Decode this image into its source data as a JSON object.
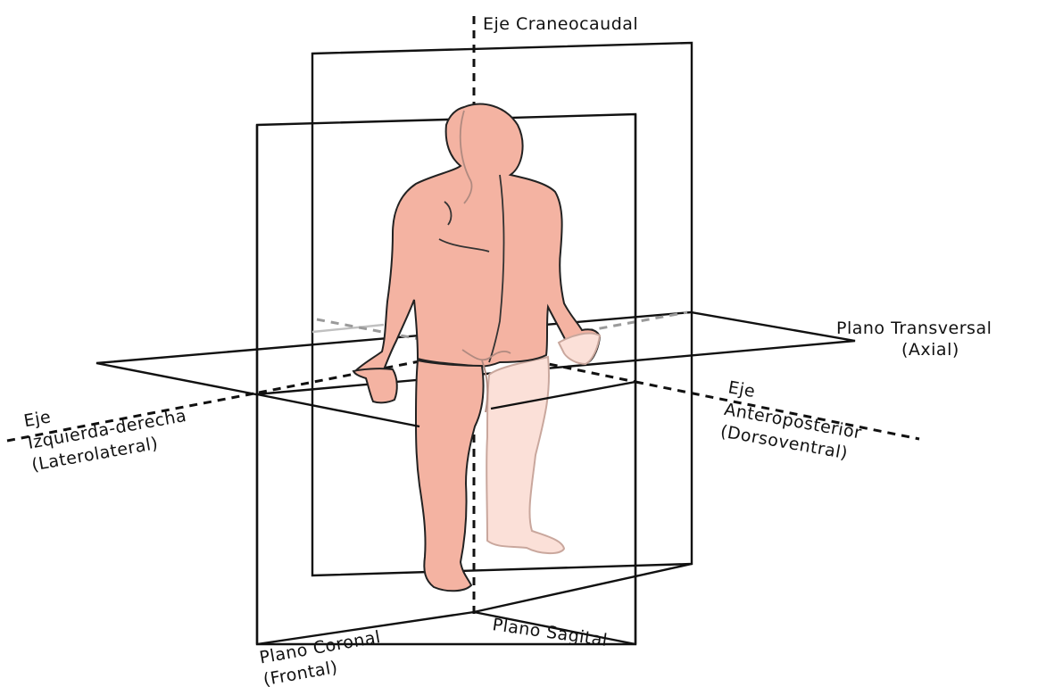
{
  "labels": {
    "craneocaudal": "Eje Craneocaudal",
    "transversal_line1": "Plano Transversal",
    "transversal_line2": "(Axial)",
    "izq_der_line1": "Eje",
    "izq_der_line2": "Izquierda-derecha",
    "izq_der_line3": "(Laterolateral)",
    "antero_line1": "Eje",
    "antero_line2": "Anteroposterior",
    "antero_line3": "(Dorsoventral)",
    "coronal_line1": "Plano Coronal",
    "coronal_line2": "(Frontal)",
    "sagital": "Plano Sagital"
  },
  "colors": {
    "skin": "#f4b3a2",
    "skin_pale": "#fbe0d8",
    "line": "#111111"
  }
}
